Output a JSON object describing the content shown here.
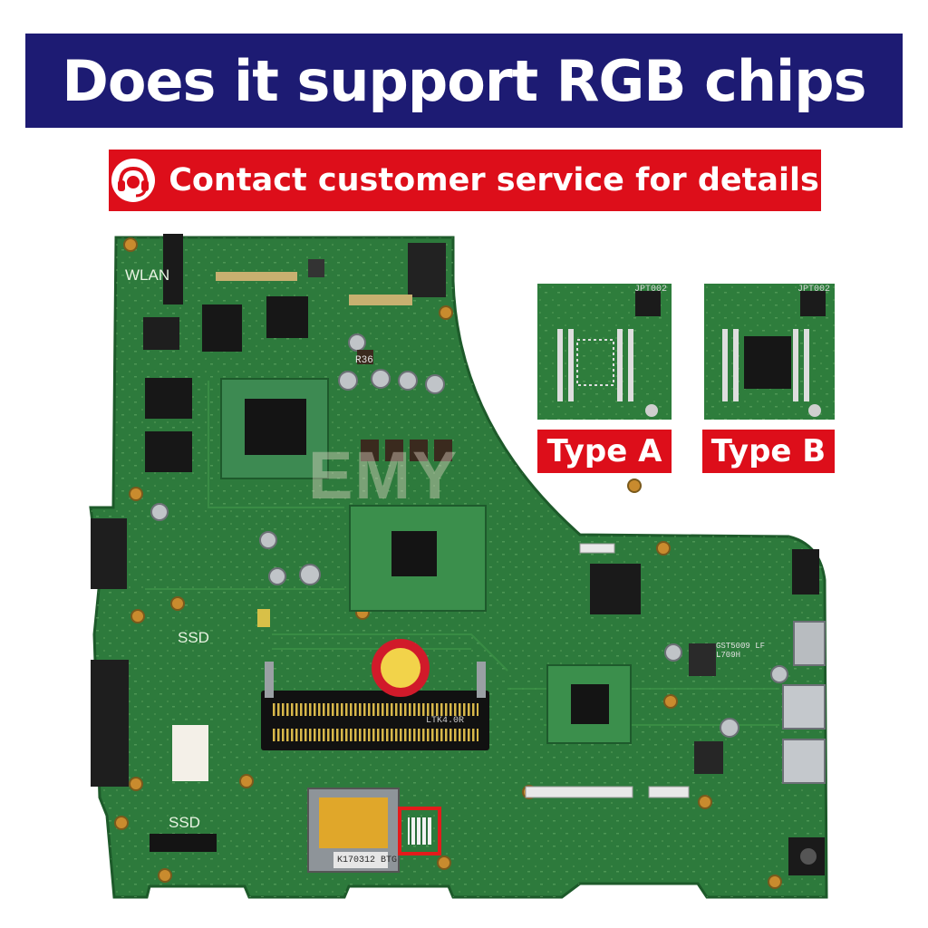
{
  "headline": "Does it support RGB chips",
  "subline": "Contact customer service for details",
  "types": [
    {
      "label": "Type A",
      "marking": "JPT002"
    },
    {
      "label": "Type B",
      "marking": "JPT002"
    }
  ],
  "board_labels": {
    "wlan": "WLAN",
    "ssd_top": "SSD",
    "ssd_bottom": "SSD",
    "r36": "R36",
    "ram_marking": "LTK4.0R",
    "sd_marking": "K170312 BTG",
    "chip_marking": "GST5009 LF L709H",
    "watermark": "EMY"
  },
  "colors": {
    "banner_blue": "#1d1b73",
    "banner_red": "#dd0e1a",
    "pcb_green": "#2d7a3c",
    "highlight_red": "#e31b1b"
  }
}
